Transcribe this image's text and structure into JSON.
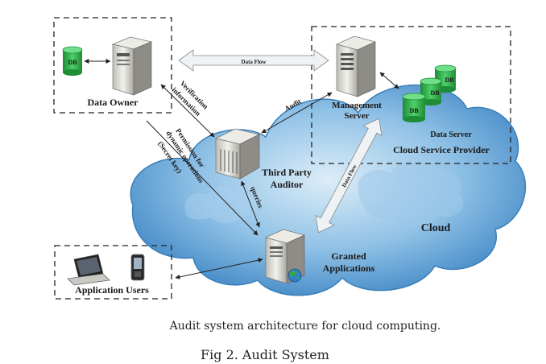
{
  "diagram": {
    "nodes": {
      "data_owner": "Data Owner",
      "db_owner": "DB",
      "management_server": "Management Server",
      "management_line1": "Management",
      "management_line2": "Server",
      "db_servers": [
        "DB",
        "DB",
        "DB"
      ],
      "data_server": "Data Server",
      "cloud_service_provider": "Cloud Service Provider",
      "tpa_line1": "Third Party",
      "tpa_line2": "Auditor",
      "granted_line1": "Granted",
      "granted_line2": "Applications",
      "cloud": "Cloud",
      "application_users": "Application Users"
    },
    "edges": {
      "data_flow_top": "Data Flow",
      "data_flow_vertical": "Data Flow",
      "audit": "Audit",
      "verification_line1": "Verification",
      "verification_line2": "information",
      "permission_line1": "Permission for",
      "permission_line2": "dynamic operations",
      "permission_line3": "(Secret key)",
      "queries": "queries"
    }
  },
  "captions": {
    "subtitle": "Audit system architecture for cloud computing.",
    "figure": "Fig 2. Audit System"
  },
  "colors": {
    "cloud_fill": "#5b9fd3",
    "cloud_light": "#cfe6f5",
    "db_green": "#2fae4a",
    "server_gray": "#d9d9d4",
    "arrow_fill": "#e9eef2"
  }
}
